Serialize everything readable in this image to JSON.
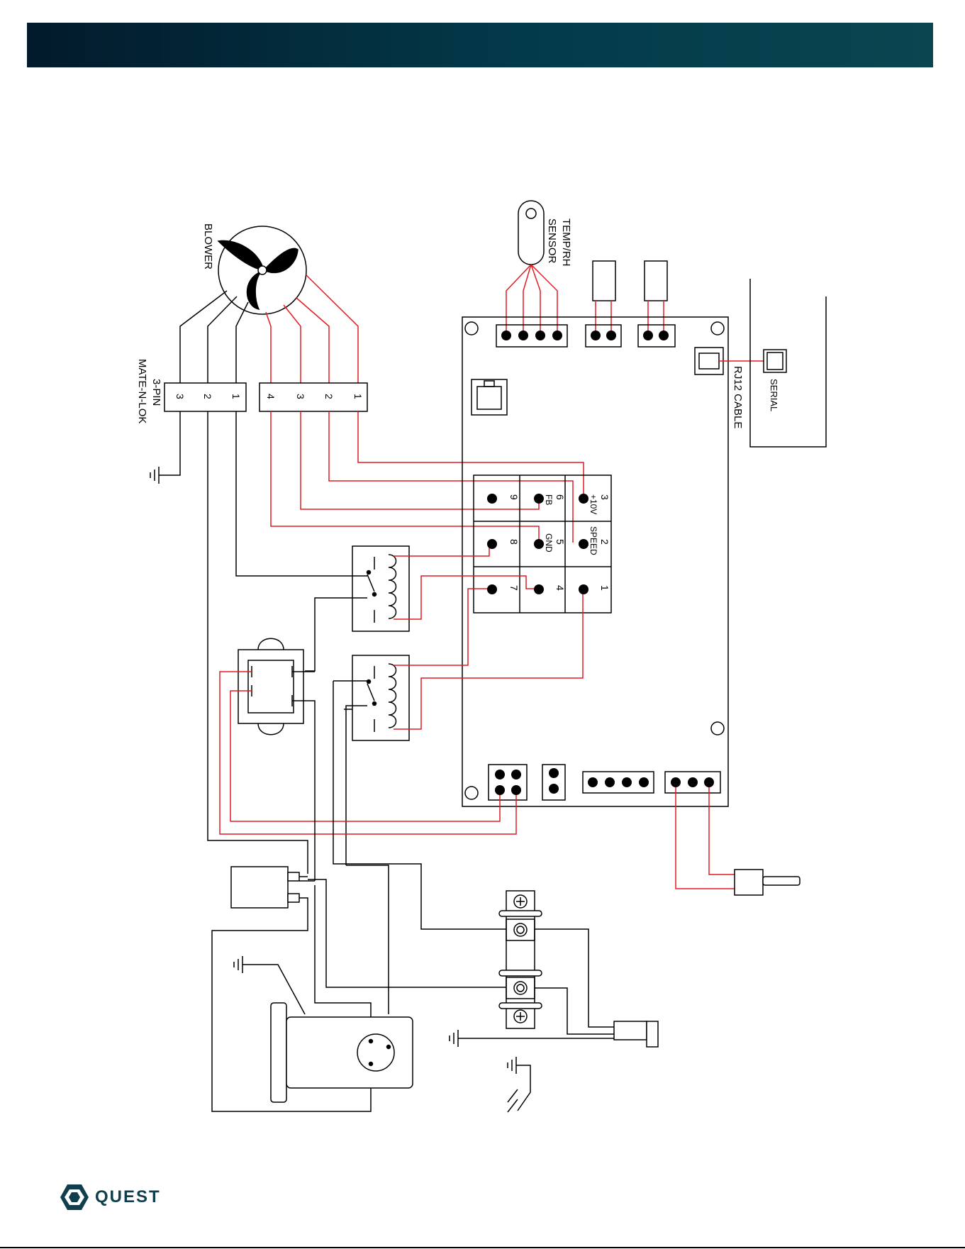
{
  "header": {
    "color": "#033a4a"
  },
  "labels": {
    "sensor": "TEMP/RH",
    "sensor2": "SENSOR",
    "blower": "BLOWER",
    "mate1": "3-PIN",
    "mate2": "MATE-N-LOK",
    "rj12": "RJ12 CABLE",
    "serial": "SERIAL"
  },
  "connector4pins": [
    "1",
    "2",
    "3",
    "4"
  ],
  "connector3pins": [
    "1",
    "2",
    "3"
  ],
  "terminal": {
    "row1": [
      {
        "num": "3",
        "name": "+10V"
      },
      {
        "num": "2",
        "name": "SPEED"
      },
      {
        "num": "1",
        "name": ""
      }
    ],
    "row2": [
      {
        "num": "6",
        "name": "FB"
      },
      {
        "num": "5",
        "name": "GND"
      },
      {
        "num": "4",
        "name": ""
      }
    ],
    "row3": [
      {
        "num": "9",
        "name": ""
      },
      {
        "num": "8",
        "name": ""
      },
      {
        "num": "7",
        "name": ""
      }
    ]
  },
  "logo": {
    "text": "QUEST",
    "color": "#0f3f4c"
  },
  "colors": {
    "wire_red": "#e11b22",
    "wire_black": "#000000"
  }
}
